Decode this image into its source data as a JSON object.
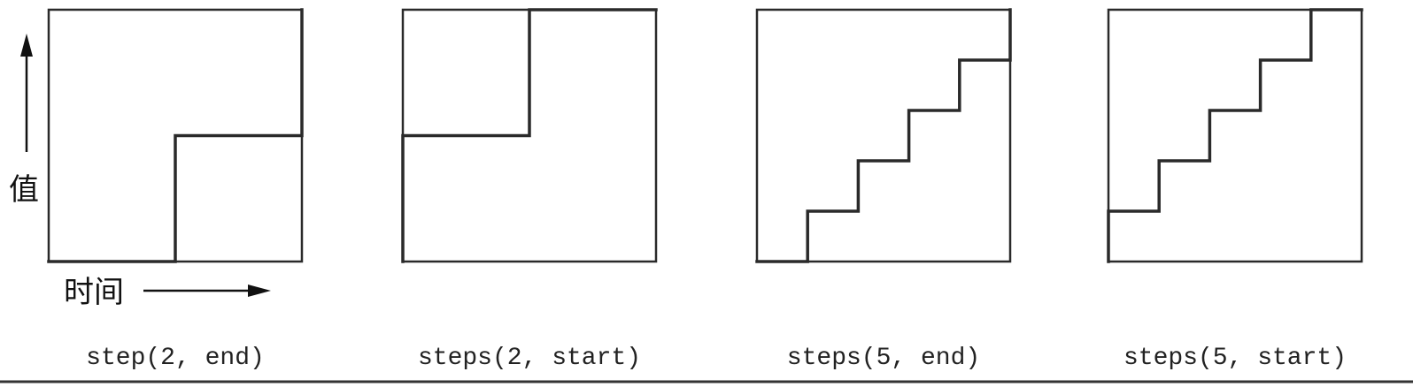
{
  "axes": {
    "value_label": "值",
    "time_label": "时间"
  },
  "panels": [
    {
      "caption": "step(2, end)",
      "steps": 2,
      "position": "end"
    },
    {
      "caption": "steps(2, start)",
      "steps": 2,
      "position": "start"
    },
    {
      "caption": "steps(5, end)",
      "steps": 5,
      "position": "end"
    },
    {
      "caption": "steps(5, start)",
      "steps": 5,
      "position": "start"
    }
  ]
}
